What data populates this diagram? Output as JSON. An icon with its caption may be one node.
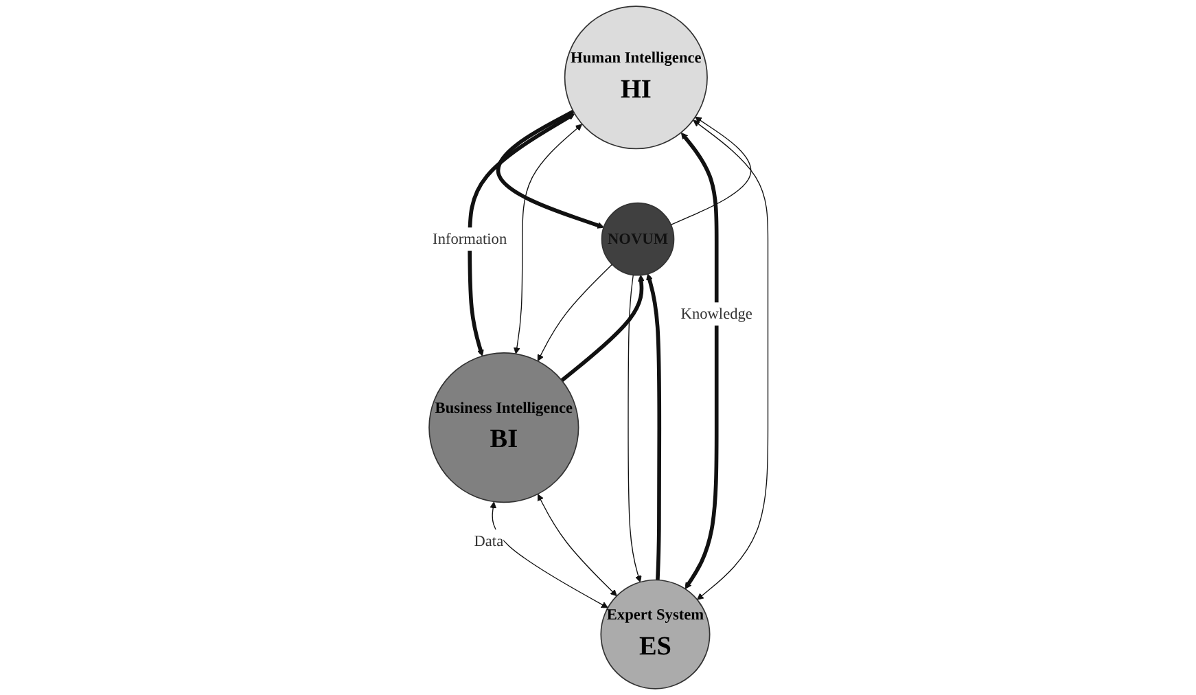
{
  "diagram": {
    "nodes": [
      {
        "text": [
          "Human Intelligence",
          "HI"
        ]
      },
      {
        "text": [
          "NOVUM"
        ]
      },
      {
        "text": [
          "Business Intelligence",
          "BI"
        ]
      },
      {
        "text": [
          "Expert System",
          "ES"
        ]
      }
    ],
    "edges": [
      {
        "from": 0,
        "to": 1,
        "arrow": "to",
        "style": "thick"
      },
      {
        "from": 1,
        "to": 0,
        "arrow": "to"
      },
      {
        "from": 1,
        "to": 2,
        "arrow": "to"
      },
      {
        "from": 2,
        "to": 1,
        "arrow": "to",
        "style": "thick"
      },
      {
        "from": 1,
        "to": 3,
        "arrow": "to"
      },
      {
        "from": 3,
        "to": 1,
        "arrow": "to",
        "style": "thick"
      },
      {
        "from": 0,
        "to": 2,
        "arrow": "both",
        "style": "thick",
        "label": "Information"
      },
      {
        "from": 0,
        "to": 2,
        "arrow": "both"
      },
      {
        "from": 0,
        "to": 3,
        "arrow": "both",
        "style": "thick",
        "label": "Knowledge"
      },
      {
        "from": 0,
        "to": 3,
        "arrow": "both"
      },
      {
        "from": 2,
        "to": 3,
        "arrow": "both",
        "label": "Data"
      },
      {
        "from": 2,
        "to": 3,
        "arrow": "both"
      }
    ]
  }
}
